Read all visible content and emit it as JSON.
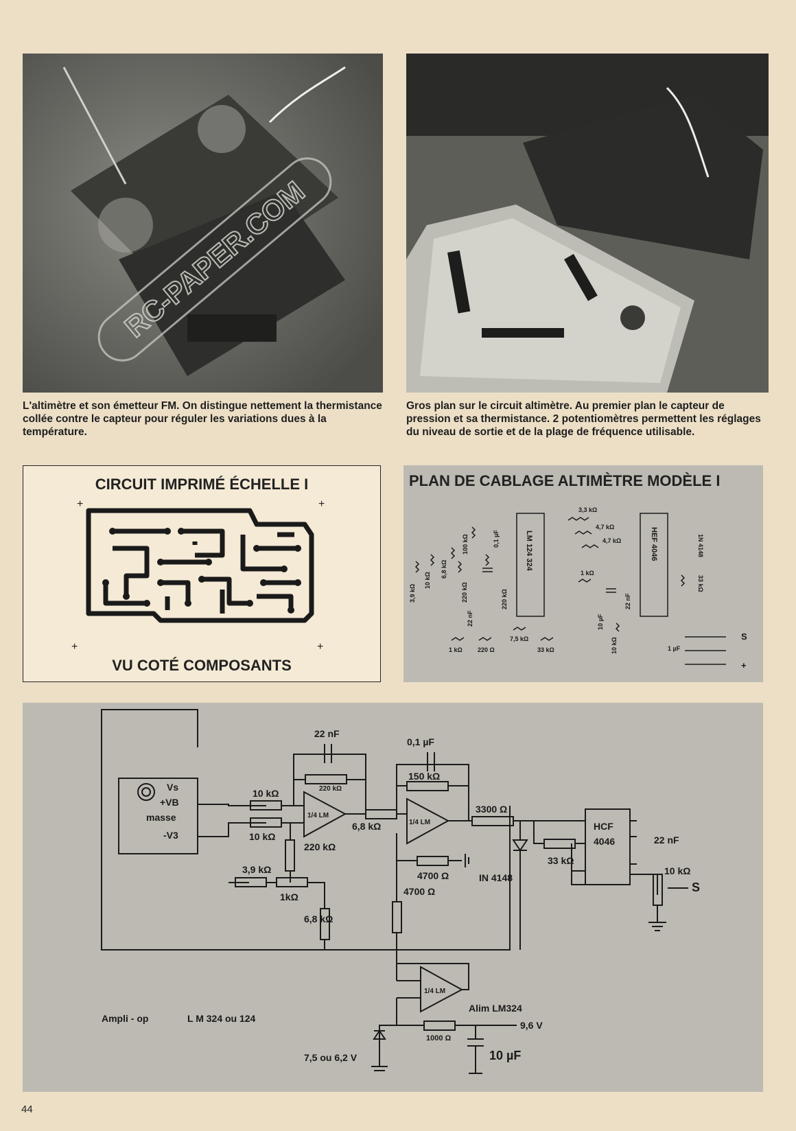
{
  "photos": {
    "left": {
      "caption": "L'altimètre et son émetteur FM. On distingue nettement la thermistance collée contre le capteur pour réguler les variations dues à la température.",
      "watermark": "RC-PAPER.COM"
    },
    "right": {
      "caption": "Gros plan sur le circuit altimètre. Au premier plan le capteur de pression et sa thermistance. 2 potentiomètres permettent les réglages du niveau de sortie et de la plage de fréquence utilisable."
    }
  },
  "pcb": {
    "title": "CIRCUIT IMPRIMÉ ÉCHELLE I",
    "footer": "VU COTÉ COMPOSANTS",
    "plus": "+"
  },
  "plan": {
    "title": "PLAN DE CABLAGE ALTIMÈTRE MODÈLE I",
    "labels": [
      "3,9 kΩ",
      "10 kΩ",
      "6,8 kΩ",
      "100 kΩ",
      "0,1 µF",
      "220 kΩ",
      "22 nF",
      "220 kΩ",
      "LM 124 324",
      "1 kΩ",
      "220 Ω",
      "7,5 kΩ",
      "33 kΩ",
      "3,3 kΩ",
      "4,7 kΩ",
      "4,7 kΩ",
      "1 kΩ",
      "22 nF",
      "10 µF",
      "HEF 4046",
      "1N 4148",
      "33 kΩ",
      "10 kΩ",
      "1 µF",
      "S",
      "+"
    ]
  },
  "schematic": {
    "sensor": {
      "vs": "Vs",
      "vb": "+VB",
      "masse": "masse",
      "vminus": "-V3"
    },
    "components": {
      "c1": "22 nF",
      "r_fb1": "220 kΩ",
      "r_in1": "10 kΩ",
      "r_in2": "10 kΩ",
      "op": "1/4 LM",
      "r_bias": "220 kΩ",
      "r_39": "3,9 kΩ",
      "pot_1k": "1kΩ",
      "r_68k": "6,8 kΩ",
      "c2": "0,1 µF",
      "r_fb2": "150 kΩ",
      "r_68k_2": "6,8 kΩ",
      "r_3300": "3300 Ω",
      "r_4700a": "4700 Ω",
      "r_4700b": "4700 Ω",
      "diode": "IN 4148",
      "r_33k": "33 kΩ",
      "ic": "HCF",
      "ic_num": "4046",
      "c3": "22 nF",
      "pot_10k": "10 kΩ",
      "out": "S",
      "r_1000": "1000 Ω",
      "c4": "10 µF",
      "zener": "7,5 ou 6,2 V",
      "supply": "9,6 V",
      "alim": "Alim LM324",
      "ampli": "Ampli - op",
      "lm": "L M 324 ou 124"
    }
  },
  "page_number": "44"
}
